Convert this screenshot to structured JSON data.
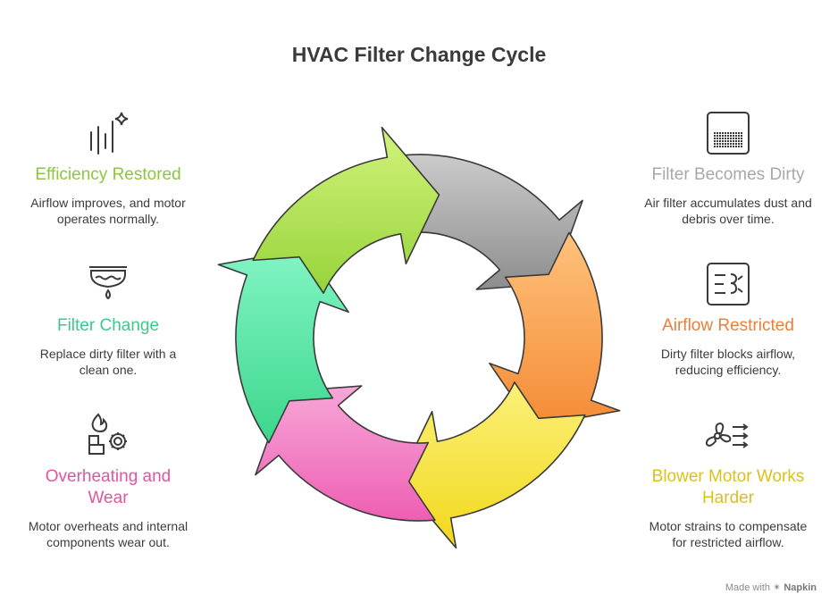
{
  "title": "HVAC Filter Change Cycle",
  "steps": [
    {
      "id": "filter-becomes-dirty",
      "heading": "Filter Becomes Dirty",
      "description": "Air filter accumulates dust and debris over time.",
      "color": "#a8a8a8",
      "icon": "dirty-filter-icon"
    },
    {
      "id": "airflow-restricted",
      "heading": "Airflow Restricted",
      "description": "Dirty filter blocks airflow, reducing efficiency.",
      "color": "#e9803a",
      "icon": "blocked-airflow-icon"
    },
    {
      "id": "blower-motor-works-harder",
      "heading": "Blower Motor Works Harder",
      "description": "Motor strains to compensate for restricted airflow.",
      "color": "#d9c21a",
      "icon": "fan-icon"
    },
    {
      "id": "overheating-and-wear",
      "heading": "Overheating and Wear",
      "description": "Motor overheats and internal components wear out.",
      "color": "#e0559f",
      "icon": "fire-gear-icon"
    },
    {
      "id": "filter-change",
      "heading": "Filter Change",
      "description": "Replace dirty filter with a clean one.",
      "color": "#3ec98c",
      "icon": "filter-replace-icon"
    },
    {
      "id": "efficiency-restored",
      "heading": "Efficiency Restored",
      "description": "Airflow improves, and motor operates normally.",
      "color": "#8cc63f",
      "icon": "sparkle-airflow-icon"
    }
  ],
  "cycle_colors": {
    "gray": [
      "#c9c9c9",
      "#8e8e8e"
    ],
    "orange": [
      "#ffc078",
      "#f7903a"
    ],
    "yellow": [
      "#fcef73",
      "#f4dd1e"
    ],
    "pink": [
      "#f7a0d5",
      "#ef63b4"
    ],
    "green_teal": [
      "#7df5bf",
      "#3fd98f"
    ],
    "lime": [
      "#c9ee72",
      "#94d436"
    ]
  },
  "watermark": {
    "prefix": "Made with",
    "brand": "Napkin"
  }
}
